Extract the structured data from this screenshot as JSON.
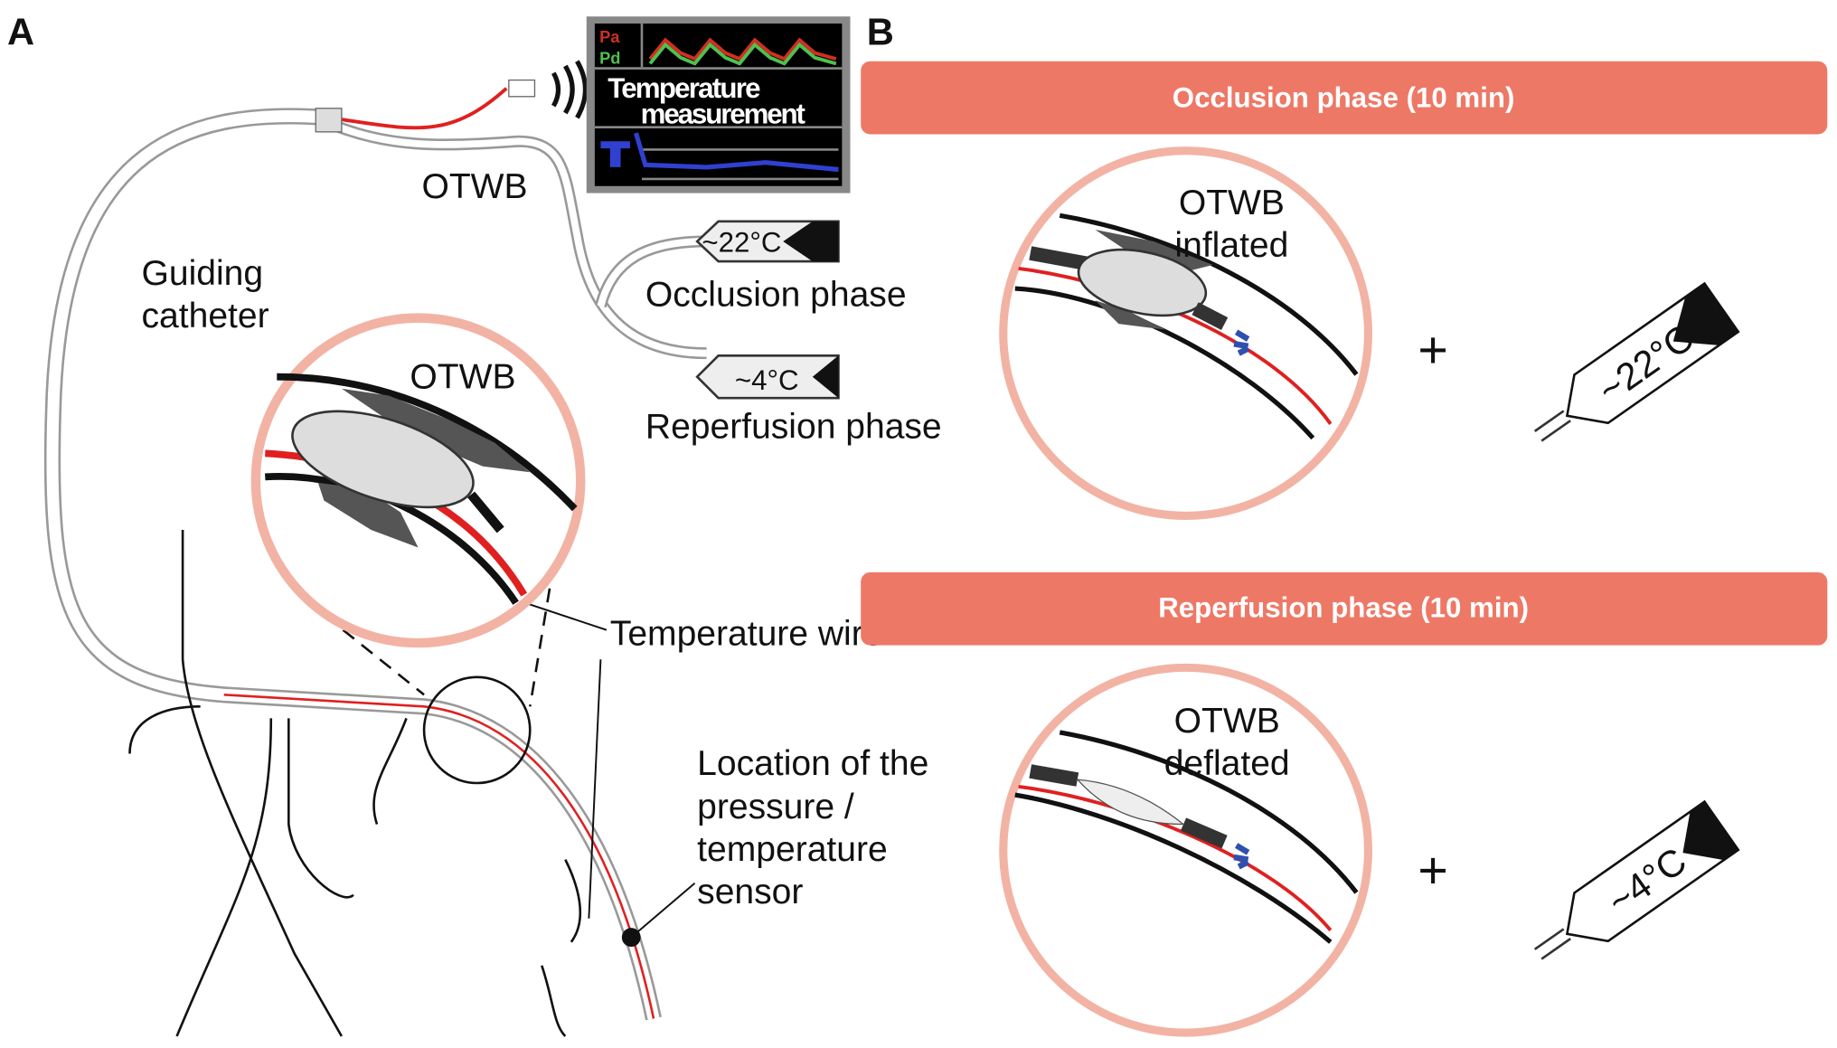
{
  "panels": {
    "a": "A",
    "b": "B"
  },
  "panel_a": {
    "monitor": {
      "pa": "Pa",
      "pd": "Pd",
      "title_line1": "Temperature",
      "title_line2": "measurement"
    },
    "otwb_label": "OTWB",
    "guiding_catheter": [
      "Guiding",
      "catheter"
    ],
    "syringe_occlusion": "~22°C",
    "occlusion_phase": "Occlusion phase",
    "syringe_reperfusion": "~4°C",
    "reperfusion_phase": "Reperfusion phase",
    "inset_otwb": "OTWB",
    "temperature_wire": "Temperature wire",
    "sensor_location": [
      "Location of the",
      "pressure /",
      "temperature",
      "sensor"
    ]
  },
  "panel_b": {
    "occlusion_bar": "Occlusion phase (10 min)",
    "occlusion_balloon": [
      "OTWB",
      "inflated"
    ],
    "occlusion_plus": "+",
    "occlusion_syringe": "~22°C",
    "reperfusion_bar": "Reperfusion phase (10 min)",
    "reperfusion_balloon": [
      "OTWB",
      "deflated"
    ],
    "reperfusion_plus": "+",
    "reperfusion_syringe": "~4°C"
  },
  "colors": {
    "bar": "#ee7866",
    "circle": "#f2b3a4",
    "wire": "#e02020",
    "pa": "#d03020",
    "pd": "#50c050",
    "temp_trace": "#3040d0",
    "flush": "#3050b0"
  }
}
